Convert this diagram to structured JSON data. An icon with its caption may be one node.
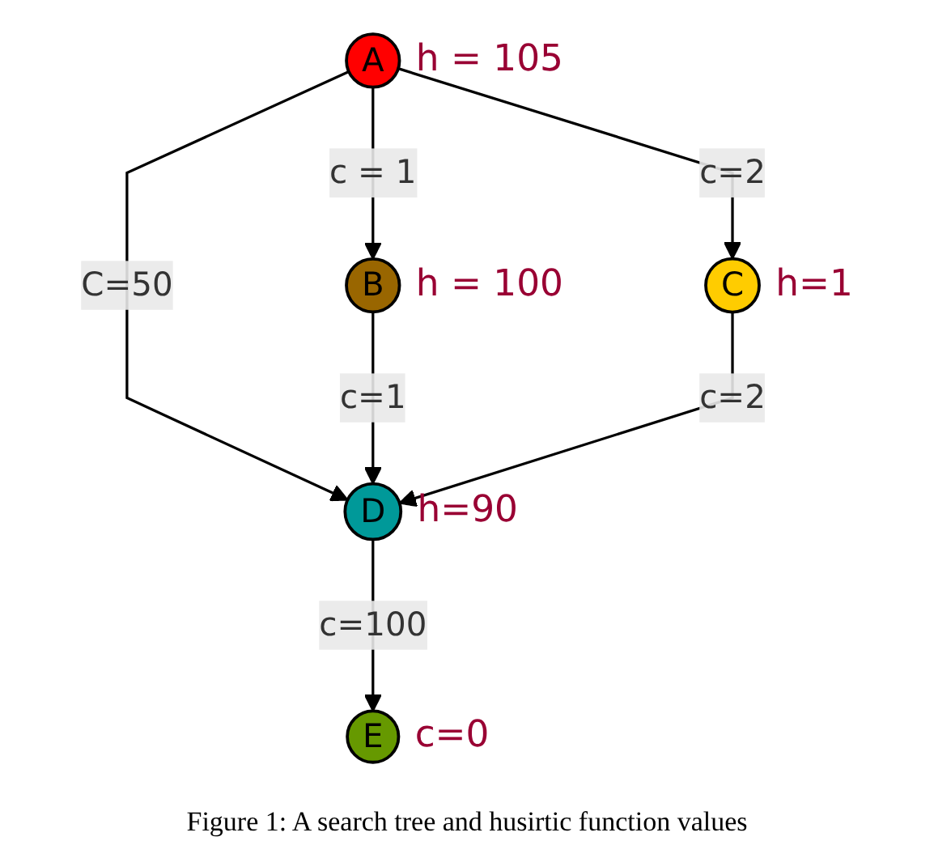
{
  "diagram": {
    "caption": "Figure 1: A search tree and husirtic function values",
    "nodes": [
      {
        "text": [
          "A"
        ],
        "beside": [
          "h = 105"
        ]
      },
      {
        "text": [
          "B"
        ],
        "beside": [
          "h = 100"
        ]
      },
      {
        "text": [
          "C"
        ],
        "beside": [
          "h=1"
        ]
      },
      {
        "text": [
          "D"
        ],
        "beside": [
          "h=90"
        ]
      },
      {
        "text": [
          "E"
        ],
        "beside": [
          "c=0"
        ]
      }
    ],
    "edges": [
      {
        "from": 0,
        "to": 1,
        "arrow": "to",
        "label": "c = 1"
      },
      {
        "from": 0,
        "to": 3,
        "arrow": "to",
        "label": "C=50"
      },
      {
        "from": 0,
        "to": 2,
        "arrow": "to",
        "label": "c=2"
      },
      {
        "from": 1,
        "to": 3,
        "arrow": "to",
        "label": "c=1"
      },
      {
        "from": 2,
        "to": 3,
        "arrow": "to",
        "label": "c=2"
      },
      {
        "from": 3,
        "to": 4,
        "arrow": "to",
        "label": "c=100"
      }
    ]
  }
}
